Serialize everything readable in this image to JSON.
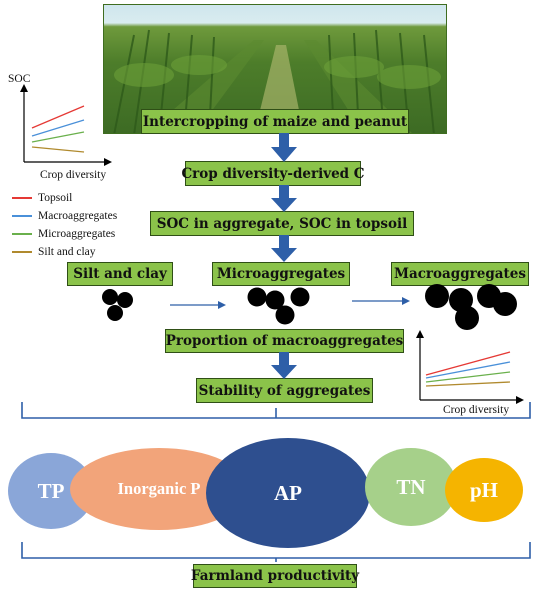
{
  "photo_caption": "Intercropping of maize and peanut",
  "flow": {
    "crop_diversity_c": "Crop diversity-derived C",
    "soc_aggregate": "SOC in aggregate, SOC in topsoil",
    "proportion_macro": "Proportion of macroaggregates",
    "stability": "Stability of aggregates",
    "farmland": "Farmland productivity"
  },
  "aggregates": {
    "silt_clay": "Silt and clay",
    "micro": "Microaggregates",
    "macro": "Macroaggregates"
  },
  "mini_chart_left": {
    "ylabel": "SOC",
    "xlabel": "Crop diversity"
  },
  "mini_chart_right": {
    "xlabel": "Crop diversity"
  },
  "legend": [
    {
      "label": "Topsoil",
      "color": "#e53935"
    },
    {
      "label": "Macroaggregates",
      "color": "#4a90d9"
    },
    {
      "label": "Microaggregates",
      "color": "#6ab04c"
    },
    {
      "label": "Silt and clay",
      "color": "#b08a2e"
    }
  ],
  "bubbles": [
    {
      "label": "TP",
      "color": "#8aa6d8"
    },
    {
      "label": "Inorganic P",
      "color": "#f2a47a"
    },
    {
      "label": "AP",
      "color": "#2e4f8f"
    },
    {
      "label": "TN",
      "color": "#a6d08a"
    },
    {
      "label": "pH",
      "color": "#f5b400"
    }
  ]
}
